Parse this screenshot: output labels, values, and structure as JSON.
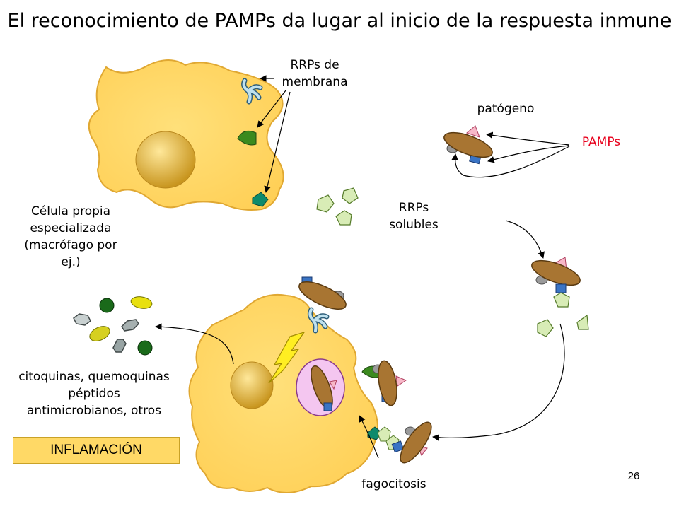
{
  "title": "El reconocimiento de PAMPs da lugar al inicio de la respuesta inmune",
  "labels": {
    "rrps_membrana": [
      "RRPs de",
      "membrana"
    ],
    "patogeno": "patógeno",
    "pamps": "PAMPs",
    "rrps_solubles": [
      "RRPs",
      "solubles"
    ],
    "celula": [
      "Célula propia",
      "especializada",
      "(macrófago por",
      "ej.)"
    ],
    "citoquinas": [
      "citoquinas, quemoquinas",
      "péptidos",
      "antimicrobianos, otros"
    ],
    "inflamacion": "INFLAMACIÓN",
    "fagocitosis": "fagocitosis",
    "page_number": "26"
  },
  "colors": {
    "cell_fill": "#ffd766",
    "cell_stroke": "#d9a520",
    "nucleus": "#d4a22c",
    "pathogen": "#a87532",
    "pamp_red": "#e8001c",
    "receptor_blue": "#3a74c4",
    "receptor_green": "#3b8a1e",
    "soluble_rrp": "#cfe6a8",
    "vacuole": "#f4c6f0",
    "inflamacion_box": "#ffd966"
  }
}
